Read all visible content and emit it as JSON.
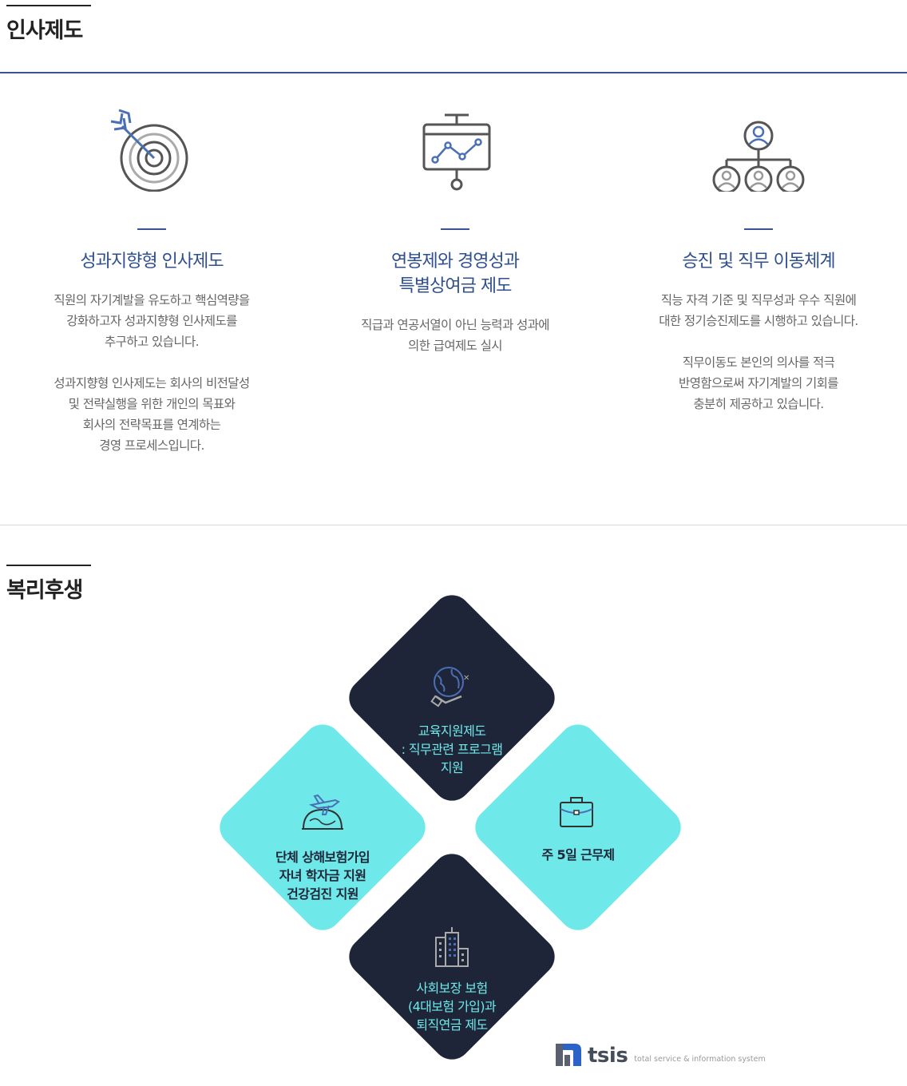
{
  "hr_section": {
    "title": "인사제도",
    "columns": [
      {
        "icon": "target-icon",
        "title": "성과지향형 인사제도",
        "paragraphs": [
          "직원의 자기계발을 유도하고 핵심역량을\n강화하고자 성과지향형 인사제도를\n추구하고 있습니다.",
          "성과지향형 인사제도는 회사의 비전달성\n및 전략실행을 위한 개인의 목표와\n회사의 전략목표를 연계하는\n경영 프로세스입니다."
        ]
      },
      {
        "icon": "presentation-chart-icon",
        "title": "연봉제와 경영성과\n특별상여금 제도",
        "paragraphs": [
          "직급과 연공서열이 아닌 능력과 성과에\n의한 급여제도 실시"
        ]
      },
      {
        "icon": "org-chart-icon",
        "title": "승진 및 직무 이동체계",
        "paragraphs": [
          "직능 자격 기준 및 직무성과 우수 직원에\n대한 정기승진제도를 시행하고 있습니다.",
          "직무이동도 본인의 의사를 적극\n반영함으로써 자기계발의 기회를\n충분히 제공하고 있습니다."
        ]
      }
    ]
  },
  "welfare_section": {
    "title": "복리후생",
    "items": {
      "top": {
        "icon": "globe-hand-icon",
        "text": "교육지원제도\n: 직무관련 프로그램\n지원"
      },
      "left": {
        "icon": "plane-globe-icon",
        "text": "단체 상해보험가입\n자녀 학자금 지원\n건강검진 지원"
      },
      "right": {
        "icon": "briefcase-icon",
        "text": "주 5일 근무제"
      },
      "bottom": {
        "icon": "buildings-icon",
        "text": "사회보장 보험\n(4대보험 가입)과\n퇴직연금 제도"
      }
    }
  },
  "logo": {
    "name": "tsis",
    "tagline": "total service & information system"
  },
  "colors": {
    "accent_blue": "#3a5394",
    "dark_navy": "#1f2538",
    "cyan": "#6ee8e8"
  }
}
